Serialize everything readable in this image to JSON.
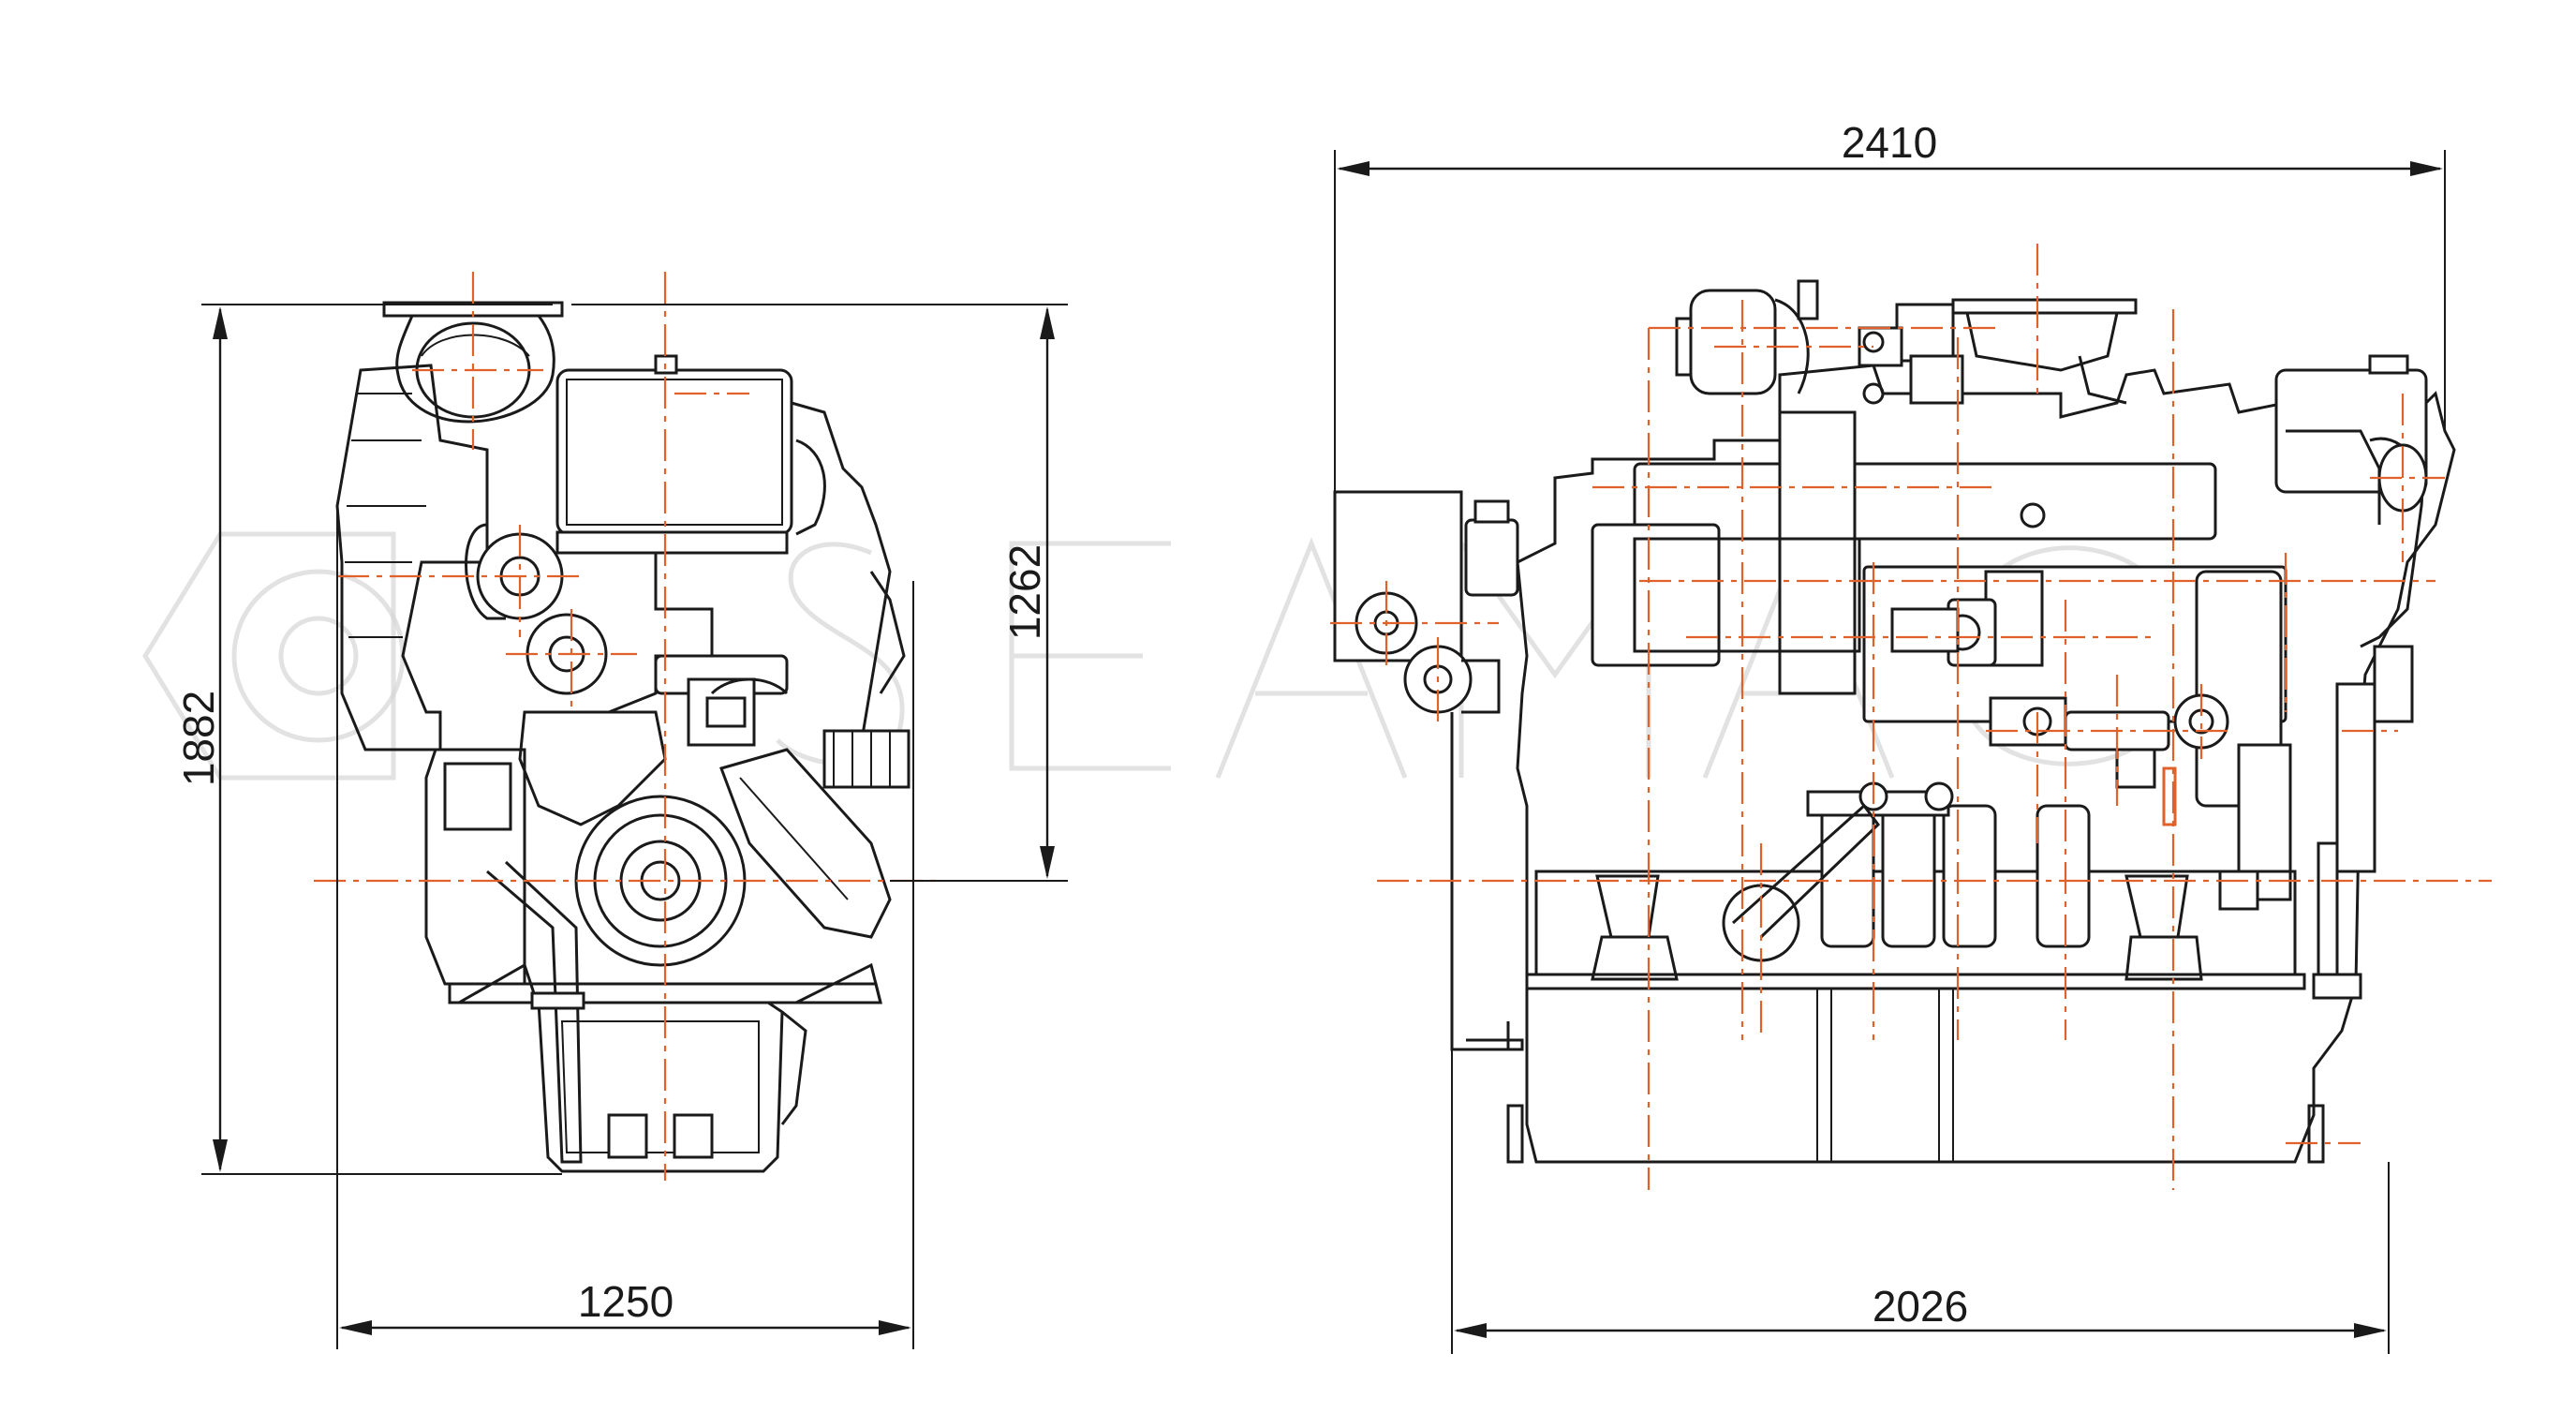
{
  "dimensions": {
    "front_height": "1882",
    "front_width": "1250",
    "front_partial_height": "1262",
    "side_overall_length": "2410",
    "side_base_length": "2026"
  },
  "colors": {
    "line": "#1a1a1a",
    "centerline": "#e0622a",
    "watermark": "#d6d6d6"
  },
  "watermark_logo": "SEAMAG"
}
